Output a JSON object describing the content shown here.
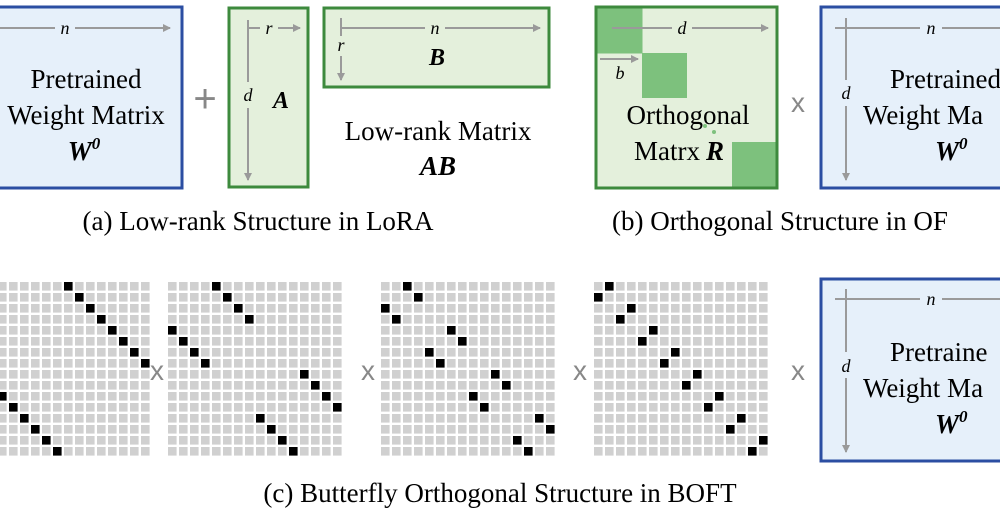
{
  "panel_a": {
    "w0_box": {
      "dim_n": "n",
      "line1": "Pretrained",
      "line2": "Weight Matrix",
      "symbol": "W",
      "superscript": "0"
    },
    "plus": "+",
    "a_box": {
      "dim_r": "r",
      "dim_d": "d",
      "label": "A"
    },
    "b_box": {
      "dim_n": "n",
      "dim_r": "r",
      "label": "B"
    },
    "lowrank_line1": "Low-rank Matrix",
    "lowrank_line2": "AB",
    "caption": "(a) Low-rank Structure in LoRA"
  },
  "panel_b": {
    "r_box": {
      "dim_d": "d",
      "dim_b": "b",
      "line1": "Orthogonal",
      "line2": "Matrx",
      "symbol": "R"
    },
    "times": "x",
    "w0_box": {
      "dim_n": "n",
      "dim_d": "d",
      "line1": "Pretrained",
      "line2": "Weight Ma",
      "symbol": "W",
      "superscript": "0"
    },
    "caption": "(b) Orthogonal Structure in OF"
  },
  "panel_c": {
    "times": "x",
    "w0_box": {
      "dim_n": "n",
      "dim_d": "d",
      "line1": "Pretraine",
      "line2": "Weight Ma",
      "symbol": "W",
      "superscript": "0"
    },
    "caption": "(c) Butterfly Orthogonal Structure in BOFT"
  },
  "colors": {
    "blue_fill": "#e6f0fa",
    "blue_stroke": "#2b4ea2",
    "green_fill": "#e4f0dc",
    "green_stroke": "#3d8a3d",
    "green_block": "#7dc17d",
    "grid_cell": "#d0d0d0",
    "grid_active": "#000000",
    "arrow": "#9a9a9a"
  }
}
